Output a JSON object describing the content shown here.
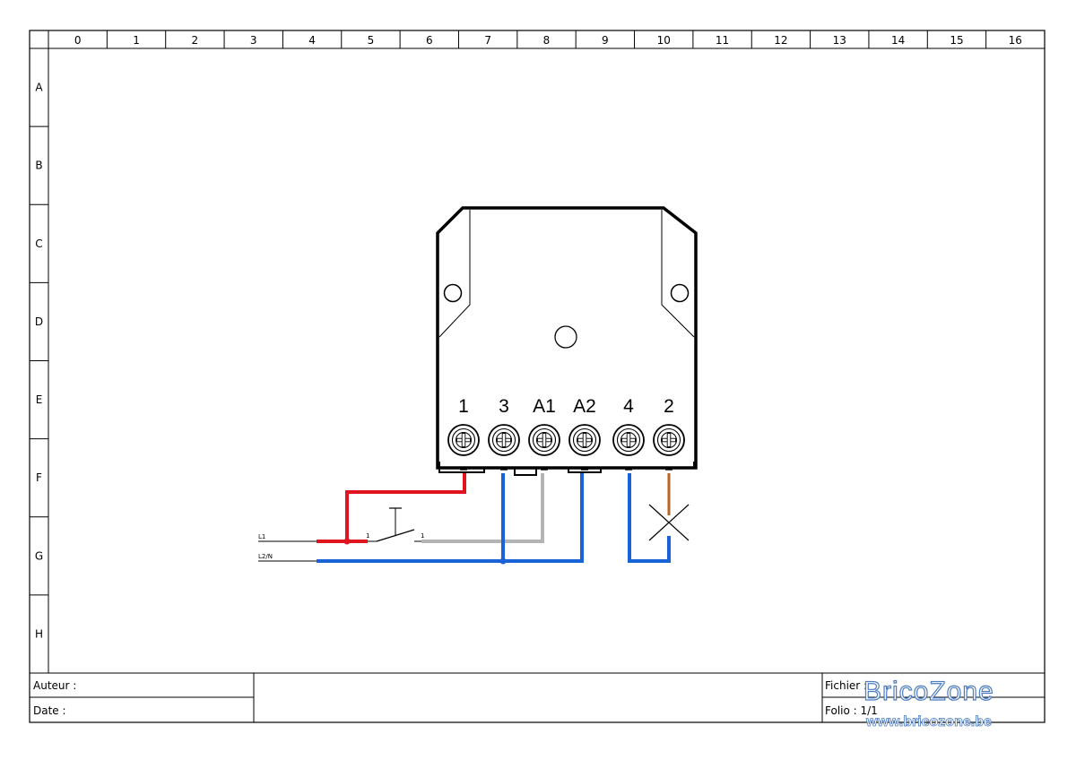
{
  "frame": {
    "columns": [
      "0",
      "1",
      "2",
      "3",
      "4",
      "5",
      "6",
      "7",
      "8",
      "9",
      "10",
      "11",
      "12",
      "13",
      "14",
      "15",
      "16"
    ],
    "rows": [
      "A",
      "B",
      "C",
      "D",
      "E",
      "F",
      "G",
      "H"
    ]
  },
  "title_block": {
    "author_label": "Auteur :",
    "date_label": "Date :",
    "file_label": "Fichier :",
    "folio_label": "Folio : 1/1"
  },
  "device": {
    "terminals": [
      "1",
      "3",
      "A1",
      "A2",
      "4",
      "2"
    ]
  },
  "wiring": {
    "line_labels": [
      "L1",
      "L2/N"
    ],
    "switch_labels": [
      "1",
      "1"
    ],
    "colors": {
      "phase": "#e0141e",
      "neutral": "#1a63d6",
      "control": "#b4b4b4",
      "lamp_feed": "#b5651d"
    }
  },
  "watermark": {
    "brand": "BricoZone",
    "url": "www.bricozone.be",
    "color": "#4d7cc2"
  }
}
